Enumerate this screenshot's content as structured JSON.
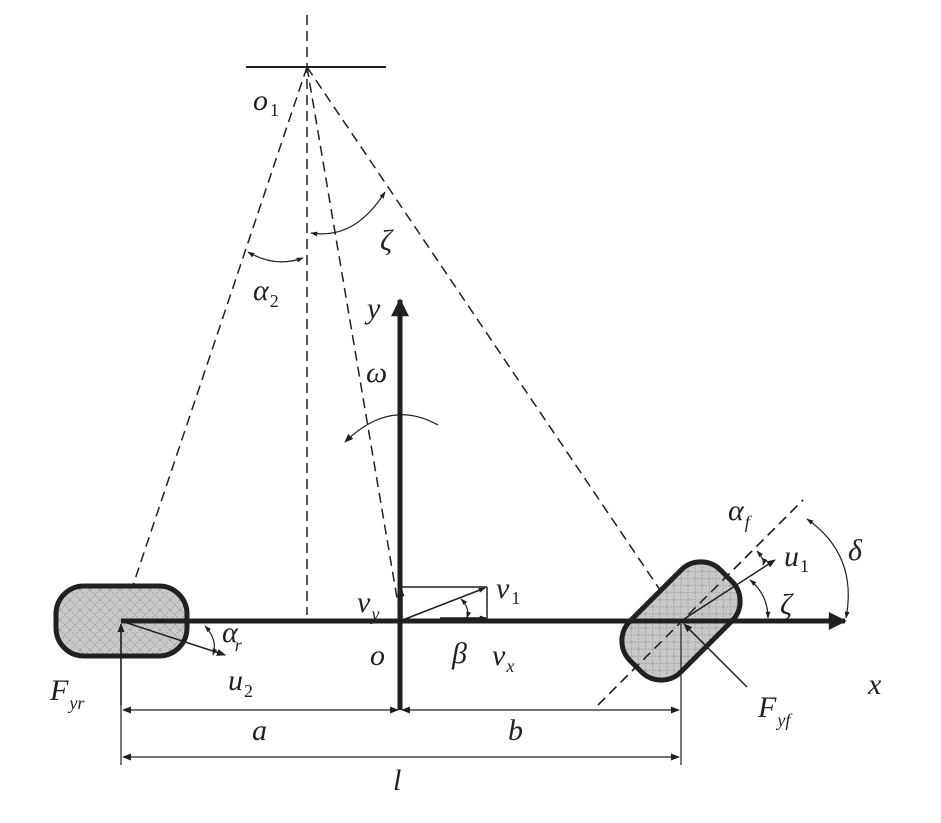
{
  "diagram": {
    "type": "vehicle bicycle model kinematics",
    "colors": {
      "ink": "#231f20",
      "tire_fill": "#c8c8c8",
      "hatch": "#9a9a9a"
    },
    "labels": {
      "o1": {
        "main": "o",
        "sub": "1"
      },
      "alpha2": {
        "main": "α",
        "sub": "2"
      },
      "zeta_top": "ζ",
      "y_axis": "y",
      "omega": "ω",
      "alpha_f": {
        "main": "α",
        "sub": "f"
      },
      "delta": "δ",
      "u1": {
        "main": "u",
        "sub": "1"
      },
      "zeta_front": "ζ",
      "x_axis": "x",
      "v1": {
        "main": "v",
        "sub": "1"
      },
      "vy": {
        "main": "v",
        "sub": "y"
      },
      "origin": "o",
      "beta": "β",
      "vx": {
        "main": "v",
        "sub": "x"
      },
      "alpha_r": {
        "main": "α",
        "sub": "r"
      },
      "u2": {
        "main": "u",
        "sub": "2"
      },
      "Fyr": {
        "main": "F",
        "sub": "yr"
      },
      "a": "a",
      "b": "b",
      "Fyf": {
        "main": "F",
        "sub": "yf"
      },
      "l": "l"
    }
  }
}
